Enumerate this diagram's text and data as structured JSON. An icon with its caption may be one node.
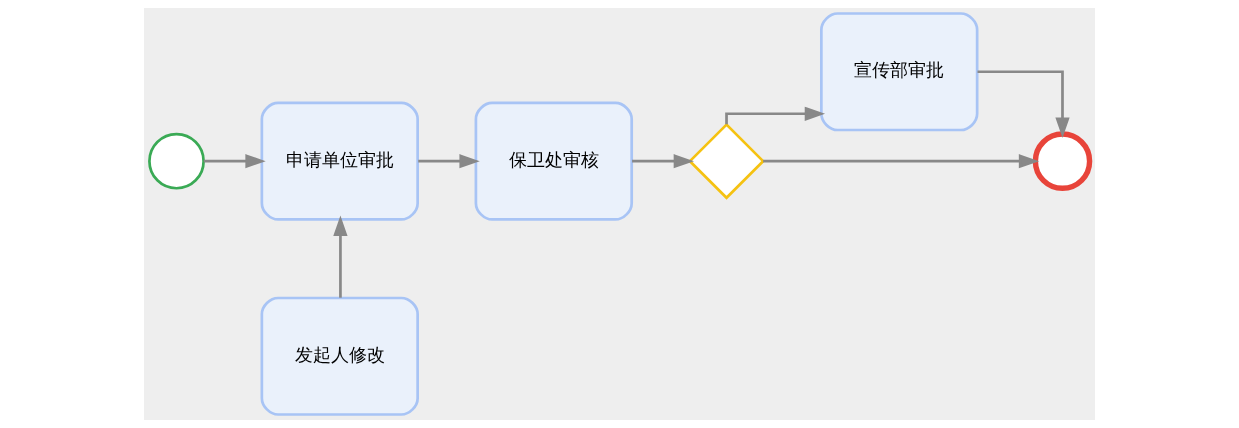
{
  "diagram": {
    "nodes": [
      {
        "text": [],
        "shape": "circle"
      },
      {
        "text": [
          "申请单位审批"
        ]
      },
      {
        "text": [
          "保卫处审核"
        ]
      },
      {
        "text": [],
        "shape": "diamond"
      },
      {
        "text": [
          "宣传部审批"
        ]
      },
      {
        "text": [],
        "shape": "circle"
      },
      {
        "text": [
          "发起人修改"
        ]
      }
    ],
    "edges": [
      {
        "from": 0,
        "to": 1,
        "arrow": "to"
      },
      {
        "from": 1,
        "to": 2,
        "arrow": "to"
      },
      {
        "from": 2,
        "to": 3,
        "arrow": "to"
      },
      {
        "from": 3,
        "to": 4,
        "arrow": "to"
      },
      {
        "from": 4,
        "to": 5,
        "arrow": "to"
      },
      {
        "from": 6,
        "to": 1,
        "arrow": "to"
      },
      {
        "from": 3,
        "to": 5,
        "arrow": "to"
      }
    ]
  }
}
